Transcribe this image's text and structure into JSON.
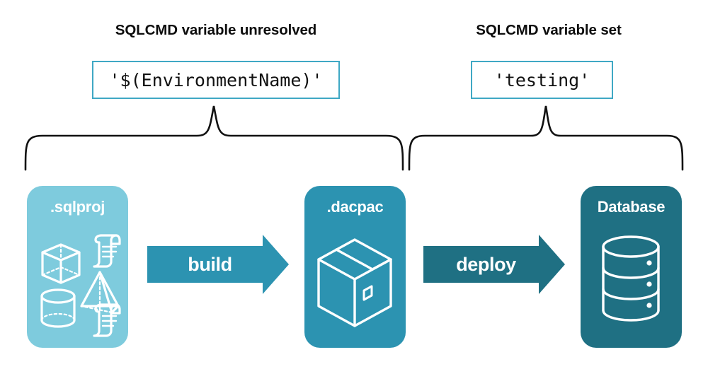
{
  "headings": {
    "left": "SQLCMD variable unresolved",
    "right": "SQLCMD variable set"
  },
  "code_boxes": {
    "left_value": "'$(EnvironmentName)'",
    "right_value": "'testing'"
  },
  "cards": [
    {
      "id": "sqlproj",
      "label": ".sqlproj",
      "color": "#7ecbdd",
      "art": "project-shapes-icon"
    },
    {
      "id": "dacpac",
      "label": ".dacpac",
      "color": "#2c93b1",
      "art": "package-box-icon"
    },
    {
      "id": "database",
      "label": "Database",
      "color": "#1f7083",
      "art": "database-cylinder-icon"
    }
  ],
  "arrows": [
    {
      "id": "build",
      "label": "build",
      "color": "#2c93b1"
    },
    {
      "id": "deploy",
      "label": "deploy",
      "color": "#1f7083"
    }
  ],
  "braces": {
    "left_spans": "sqlproj-to-dacpac",
    "right_spans": "dacpac-to-database"
  },
  "colors": {
    "accent_border": "#3fa8c4",
    "light_teal": "#7ecbdd",
    "mid_teal": "#2c93b1",
    "dark_teal": "#1f7083",
    "text": "#0d0d0d",
    "background": "#ffffff"
  }
}
